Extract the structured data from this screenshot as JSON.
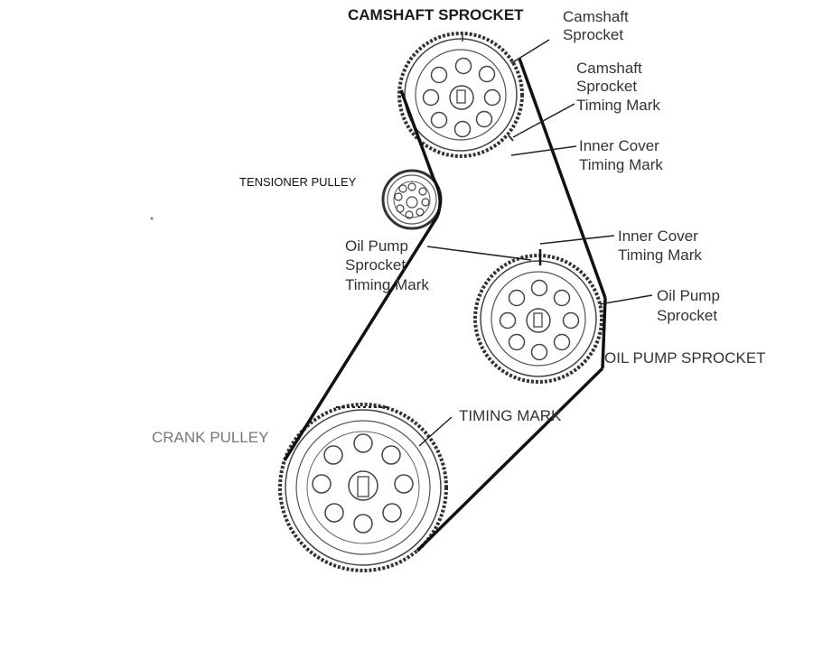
{
  "labels": {
    "camshaft_sprocket_caps": "CAMSHAFT SPROCKET",
    "camshaft_sprocket_line1": "Camshaft",
    "camshaft_sprocket_line2": "Sprocket",
    "cam_timing_mark_line1": "Camshaft",
    "cam_timing_mark_line2": "Sprocket",
    "cam_timing_mark_line3": "Timing Mark",
    "inner_cover_upper_line1": "Inner Cover",
    "inner_cover_upper_line2": "Timing Mark",
    "tensioner_pulley": "TENSIONER PULLEY",
    "oil_pump_timing_line1": "Oil Pump",
    "oil_pump_timing_line2": "Sprocket",
    "oil_pump_timing_line3": "Timing Mark",
    "inner_cover_lower_line1": "Inner Cover",
    "inner_cover_lower_line2": "Timing Mark",
    "oil_pump_sprocket_line1": "Oil Pump",
    "oil_pump_sprocket_line2": "Sprocket",
    "oil_pump_sprocket_caps": "OIL PUMP SPROCKET",
    "timing_mark": "TIMING MARK",
    "crank_pulley": "CRANK PULLEY"
  },
  "colors": {
    "line": "#111111",
    "pulley_stroke": "#3a3a3a",
    "grey_label": "#777777"
  }
}
